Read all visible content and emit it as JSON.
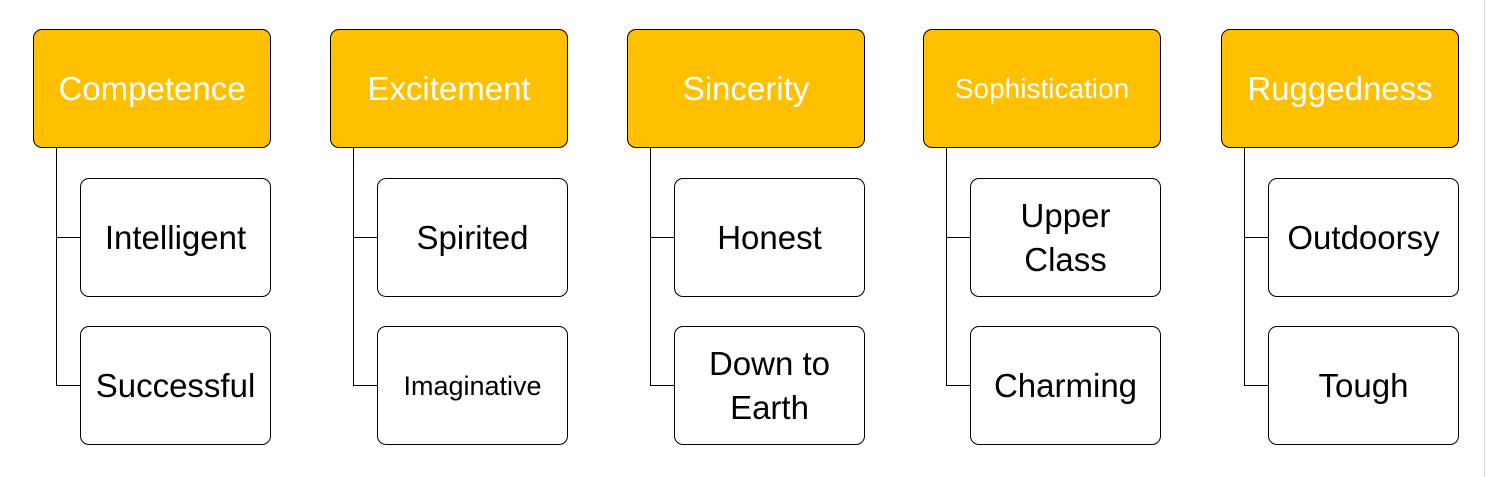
{
  "colors": {
    "category_fill": "#FFC000",
    "category_text": "#FFFFFF",
    "item_fill": "#FFFFFF",
    "outline": "#000000"
  },
  "categories": [
    {
      "label": "Competence",
      "items": [
        "Intelligent",
        "Successful"
      ]
    },
    {
      "label": "Excitement",
      "items": [
        "Spirited",
        "Imaginative"
      ]
    },
    {
      "label": "Sincerity",
      "items": [
        "Honest",
        "Down to Earth"
      ]
    },
    {
      "label": "Sophistication",
      "items": [
        "Upper Class",
        "Charming"
      ]
    },
    {
      "label": "Ruggedness",
      "items": [
        "Outdoorsy",
        "Tough"
      ]
    }
  ]
}
